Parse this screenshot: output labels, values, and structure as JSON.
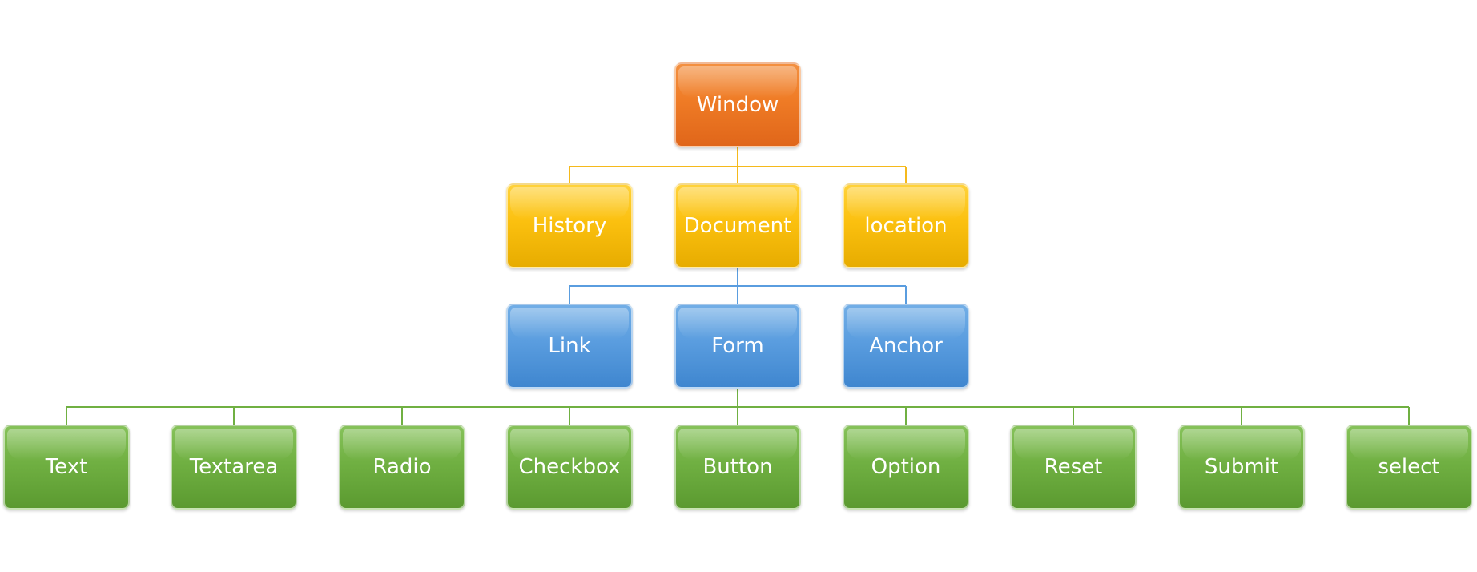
{
  "diagram": {
    "root": {
      "label": "Window",
      "color": "#ef7b25"
    },
    "level1": {
      "color": "#fbc00f",
      "items": [
        {
          "label": "History"
        },
        {
          "label": "Document"
        },
        {
          "label": "location"
        }
      ]
    },
    "level2": {
      "color": "#5a9ddf",
      "parent": "Document",
      "items": [
        {
          "label": "Link"
        },
        {
          "label": "Form"
        },
        {
          "label": "Anchor"
        }
      ]
    },
    "level3": {
      "color": "#70b042",
      "parent": "Form",
      "items": [
        {
          "label": "Text"
        },
        {
          "label": "Textarea"
        },
        {
          "label": "Radio"
        },
        {
          "label": "Checkbox"
        },
        {
          "label": "Button"
        },
        {
          "label": "Option"
        },
        {
          "label": "Reset"
        },
        {
          "label": "Submit"
        },
        {
          "label": "select"
        }
      ]
    }
  }
}
